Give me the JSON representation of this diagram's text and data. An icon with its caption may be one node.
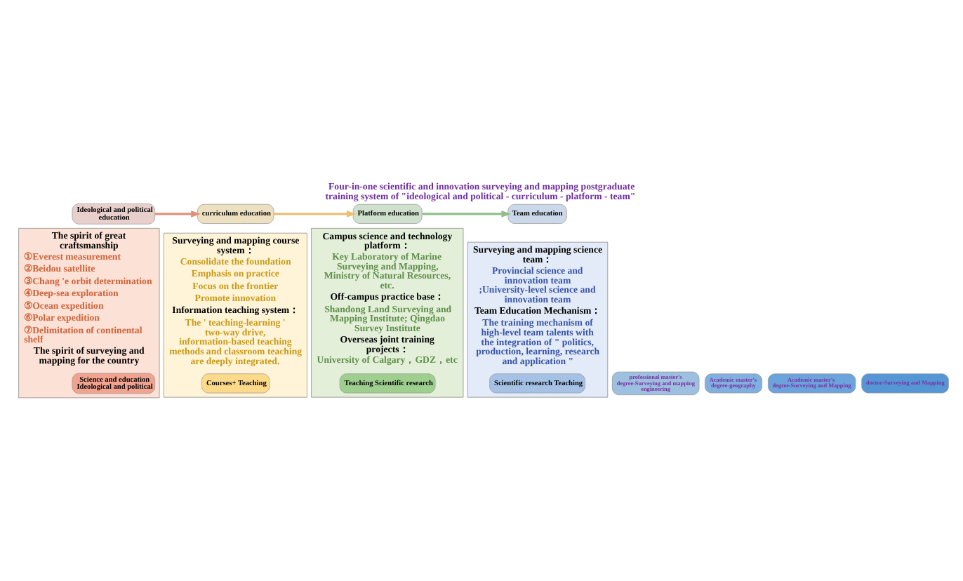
{
  "diagram": {
    "title": "Four-in-one scientific and innovation surveying and mapping postgraduate training system of \"ideological and political - curriculum - platform - team\"",
    "nodes": [
      {
        "text": [
          "Ideological and political education"
        ]
      },
      {
        "text": [
          "curriculum education"
        ]
      },
      {
        "text": [
          "Platform education"
        ]
      },
      {
        "text": [
          "Team education"
        ]
      },
      {
        "text": [
          "The spirit of great craftsmanship",
          "①Everest measurement",
          "②Beidou satellite",
          "③Chang 'e orbit determination",
          "④Deep-sea exploration",
          "⑤Ocean expedition",
          "⑥Polar expedition",
          "⑦Delimitation of continental shelf",
          "The spirit of surveying and mapping for the country"
        ]
      },
      {
        "text": [
          "Science and education Ideological and political"
        ],
        "in": 4
      },
      {
        "text": [
          "Surveying and mapping course system：",
          "Consolidate the foundation",
          "Emphasis on practice",
          "Focus on the frontier",
          "Promote innovation",
          "Information teaching system：",
          "The ' teaching-learning ' two-way drive, information-based teaching methods and classroom teaching are deeply integrated."
        ]
      },
      {
        "text": [
          "Courses+ Teaching"
        ],
        "in": 6
      },
      {
        "text": [
          "Campus science and technology platform：",
          "Key Laboratory of Marine Surveying and Mapping, Ministry of Natural Resources, etc.",
          "Off-campus practice base：",
          "Shandong Land Surveying and Mapping Institute; Qingdao Survey Institute",
          "Overseas joint training projects：",
          "University of Calgary，GDZ，etc"
        ]
      },
      {
        "text": [
          "Teaching Scientific research"
        ],
        "in": 8
      },
      {
        "text": [
          "Surveying and mapping science team：",
          "Provincial science and innovation team ;University-level science and innovation team",
          "Team Education Mechanism：",
          "The training mechanism of high-level team talents with the integration of \" politics, production, learning, research and application \""
        ]
      },
      {
        "text": [
          "Scientific research Teaching"
        ],
        "in": 10
      },
      {
        "text": [
          "professional master's degree-Surveying and mapping engineering"
        ]
      },
      {
        "text": [
          "Academic master's degree-geography"
        ]
      },
      {
        "text": [
          "Academic master's degree-Surveying and Mapping"
        ]
      },
      {
        "text": [
          "doctor-Surveying and Mapping"
        ]
      }
    ],
    "edges": [
      {
        "from": 0,
        "to": 1,
        "arrow": "to",
        "color": "#e0907a"
      },
      {
        "from": 1,
        "to": 2,
        "arrow": "to",
        "color": "#e8c070"
      },
      {
        "from": 2,
        "to": 3,
        "arrow": "to",
        "color": "#8fbf8a"
      }
    ]
  }
}
